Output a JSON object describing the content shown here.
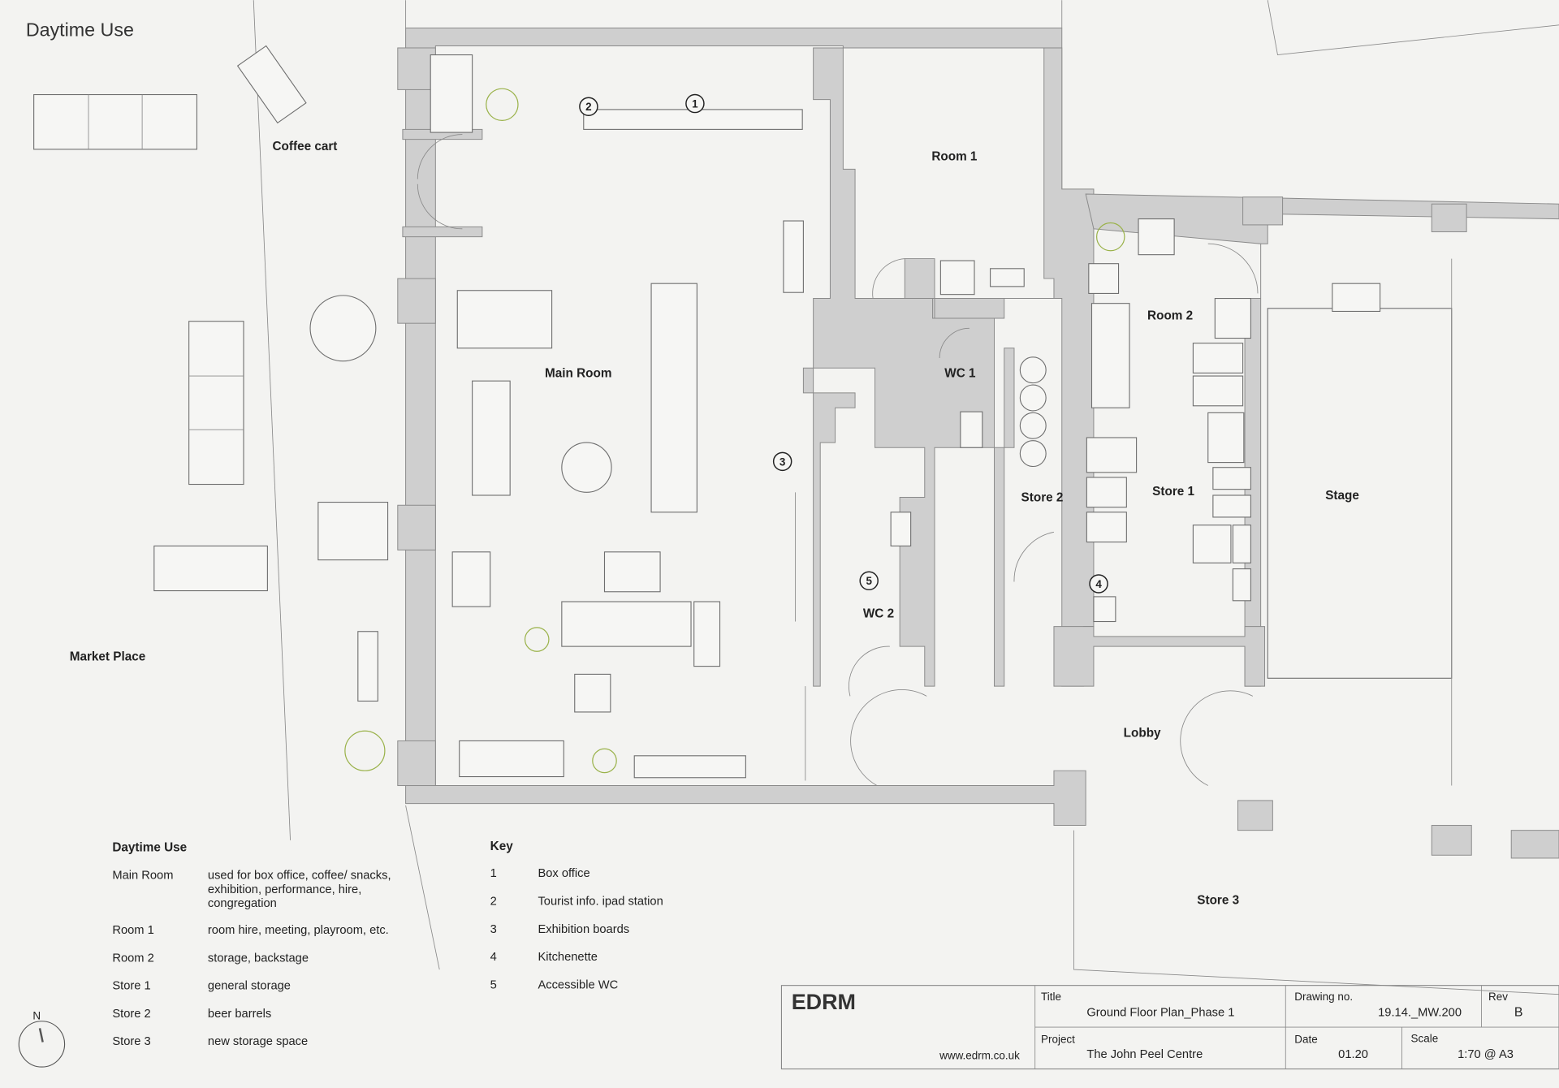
{
  "page_title": "Daytime Use",
  "colors": {
    "background": "#f3f3f1",
    "wall": "#cfcfcf",
    "plant": "#9ab24a",
    "line": "#6e6e6e"
  },
  "rooms": {
    "coffee_cart": "Coffee cart",
    "market_place": "Market Place",
    "main_room": "Main Room",
    "room1": "Room 1",
    "room2": "Room 2",
    "wc1": "WC 1",
    "wc2": "WC 2",
    "store1": "Store 1",
    "store2": "Store 2",
    "store3": "Store 3",
    "stage": "Stage",
    "lobby": "Lobby"
  },
  "markers": [
    "1",
    "2",
    "3",
    "4",
    "5"
  ],
  "daytime_use": {
    "heading": "Daytime Use",
    "rows": [
      {
        "room": "Main Room",
        "lines": [
          "used for box office, coffee/ snacks,",
          "exhibition, performance, hire,",
          "congregation"
        ]
      },
      {
        "room": "Room 1",
        "lines": [
          "room hire, meeting, playroom, etc."
        ]
      },
      {
        "room": "Room 2",
        "lines": [
          "storage, backstage"
        ]
      },
      {
        "room": "Store 1",
        "lines": [
          "general storage"
        ]
      },
      {
        "room": "Store 2",
        "lines": [
          "beer barrels"
        ]
      },
      {
        "room": "Store 3",
        "lines": [
          "new storage space"
        ]
      }
    ]
  },
  "key": {
    "heading": "Key",
    "items": [
      {
        "num": "1",
        "label": "Box office"
      },
      {
        "num": "2",
        "label": "Tourist info. ipad station"
      },
      {
        "num": "3",
        "label": "Exhibition boards"
      },
      {
        "num": "4",
        "label": "Kitchenette"
      },
      {
        "num": "5",
        "label": "Accessible WC"
      }
    ]
  },
  "north_label": "N",
  "title_block": {
    "company": "EDRM",
    "website": "www.edrm.co.uk",
    "title_label": "Title",
    "title": "Ground Floor Plan_Phase 1",
    "drawing_no_label": "Drawing no.",
    "drawing_no": "19.14._MW.200",
    "rev_label": "Rev",
    "rev": "B",
    "project_label": "Project",
    "project": "The John Peel Centre",
    "date_label": "Date",
    "date": "01.20",
    "scale_label": "Scale",
    "scale": "1:70 @ A3"
  }
}
